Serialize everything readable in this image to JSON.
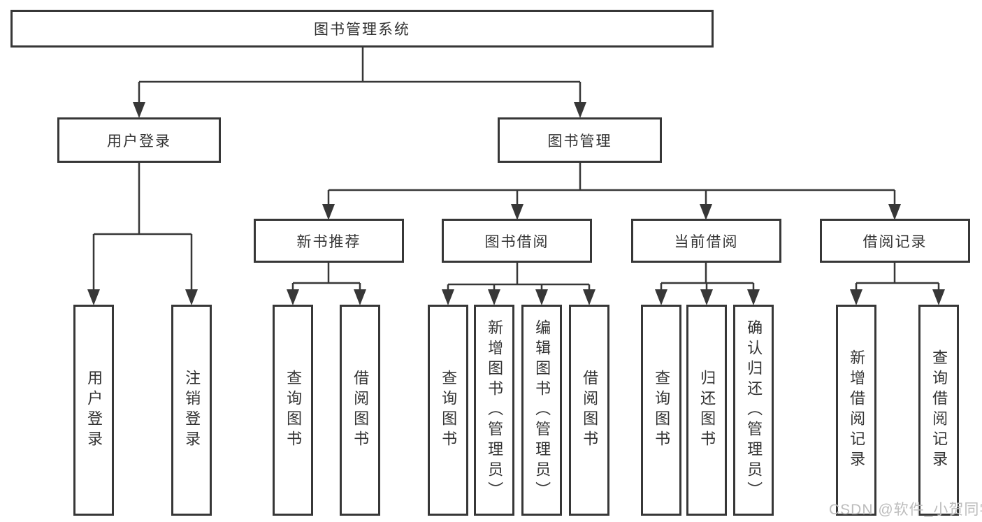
{
  "diagram": {
    "root": {
      "label": "图书管理系统"
    },
    "branches": [
      {
        "label": "用户登录",
        "children": [
          {
            "label": "用户登录"
          },
          {
            "label": "注销登录"
          }
        ]
      },
      {
        "label": "图书管理",
        "children": [
          {
            "label": "新书推荐",
            "children": [
              {
                "label": "查询图书"
              },
              {
                "label": "借阅图书"
              }
            ]
          },
          {
            "label": "图书借阅",
            "children": [
              {
                "label": "查询图书"
              },
              {
                "label": "新增图书（管理员）"
              },
              {
                "label": "编辑图书（管理员）"
              },
              {
                "label": "借阅图书"
              }
            ]
          },
          {
            "label": "当前借阅",
            "children": [
              {
                "label": "查询图书"
              },
              {
                "label": "归还图书"
              },
              {
                "label": "确认归还（管理员）"
              }
            ]
          },
          {
            "label": "借阅记录",
            "children": [
              {
                "label": "新增借阅记录"
              },
              {
                "label": "查询借阅记录"
              }
            ]
          }
        ]
      }
    ]
  },
  "watermark": {
    "text": "CSDN @软件_小贺同学"
  },
  "colors": {
    "line": "#373737",
    "box_border": "#373737",
    "text": "#333333",
    "watermark": "#bcbcbc",
    "background": "#ffffff"
  }
}
